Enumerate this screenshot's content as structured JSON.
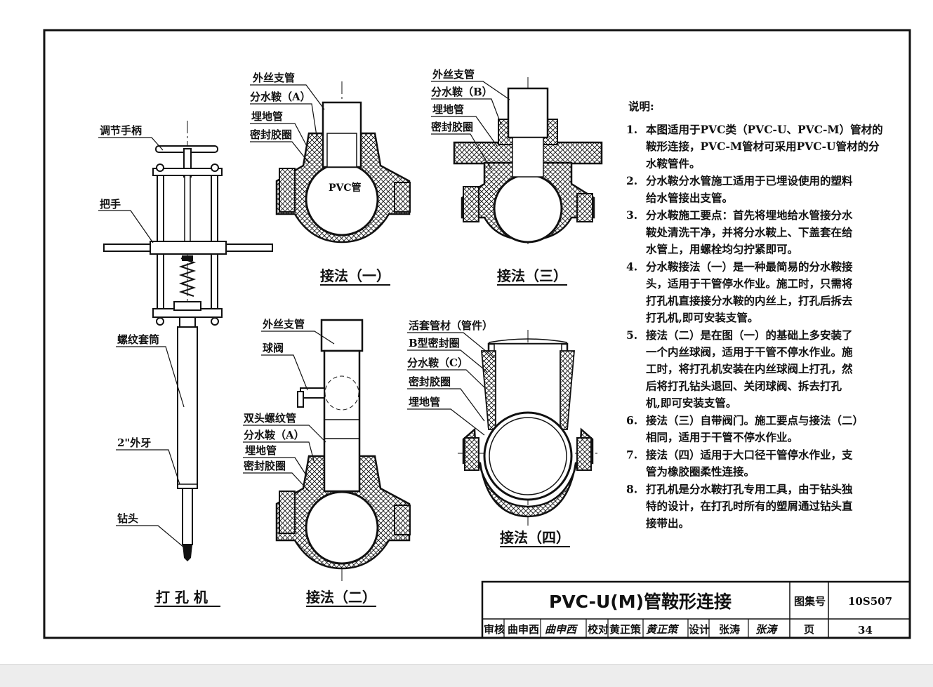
{
  "colors": {
    "ink": "#111111",
    "paper": "#ffffff",
    "margin": "#f2f2f2"
  },
  "drill": {
    "caption": "打 孔 机",
    "labels": {
      "handle_adjust": "调节手柄",
      "grip": "把手",
      "thread_sleeve": "螺纹套筒",
      "male_thread": "2\"外牙",
      "drill_bit": "钻头"
    }
  },
  "method1": {
    "caption": "接法（一）",
    "labels": {
      "branch": "外丝支管",
      "saddle": "分水鞍（A）",
      "buried": "埋地管",
      "seal": "密封胶圈",
      "pipe": "PVC管"
    }
  },
  "method2": {
    "caption": "接法（二）",
    "labels": {
      "branch": "外丝支管",
      "valve": "球阀",
      "double_nipple": "双头螺纹管",
      "saddle": "分水鞍（A）",
      "buried": "埋地管",
      "seal": "密封胶圈"
    }
  },
  "method3": {
    "caption": "接法（三）",
    "labels": {
      "branch": "外丝支管",
      "saddle": "分水鞍（B）",
      "buried": "埋地管",
      "seal": "密封胶圈"
    }
  },
  "method4": {
    "caption": "接法（四）",
    "labels": {
      "socket": "活套管材（管件）",
      "b_seal": "B型密封圈",
      "saddle": "分水鞍（C）",
      "seal": "密封胶圈",
      "buried": "埋地管"
    }
  },
  "notes": {
    "heading": "说明:",
    "items": [
      {
        "num": "1.",
        "lines": [
          "本图适用于PVC类（PVC-U、PVC-M）管材的",
          "鞍形连接，PVC-M管材可采用PVC-U管材的分",
          "水鞍管件。"
        ]
      },
      {
        "num": "2.",
        "lines": [
          "分水鞍分水管施工适用于已埋设使用的塑料",
          "给水管接出支管。"
        ]
      },
      {
        "num": "3.",
        "lines": [
          "分水鞍施工要点：首先将埋地给水管接分水",
          "鞍处清洗干净，并将分水鞍上、下盖套在给",
          "水管上，用螺栓均匀拧紧即可。"
        ]
      },
      {
        "num": "4.",
        "lines": [
          "分水鞍接法（一）是一种最简易的分水鞍接",
          "头，适用于干管停水作业。施工时，只需将",
          "打孔机直接接分水鞍的内丝上，打孔后拆去",
          "打孔机,即可安装支管。"
        ]
      },
      {
        "num": "5.",
        "lines": [
          "接法（二）是在图（一）的基础上多安装了",
          "一个内丝球阀，适用于干管不停水作业。施",
          "工时，将打孔机安装在内丝球阀上打孔，然",
          "后将打孔钻头退回、关闭球阀、拆去打孔",
          "机,即可安装支管。"
        ]
      },
      {
        "num": "6.",
        "lines": [
          "接法（三）自带阀门。施工要点与接法（二）",
          "相同，适用于干管不停水作业。"
        ]
      },
      {
        "num": "7.",
        "lines": [
          "接法（四）适用于大口径干管停水作业，支",
          "管为橡胶圈柔性连接。"
        ]
      },
      {
        "num": "8.",
        "lines": [
          "打孔机是分水鞍打孔专用工具，由于钻头独",
          "特的设计，在打孔时所有的塑屑通过钻头直",
          "接带出。"
        ]
      }
    ]
  },
  "title_block": {
    "title": "PVC-U(M)管鞍形连接",
    "atlas_label": "图集号",
    "atlas_no": "10S507",
    "review_label": "审核",
    "reviewer": "曲申西",
    "reviewer_sig": "曲申西",
    "check_label": "校对",
    "checker": "黄正策",
    "checker_sig": "黄正策",
    "design_label": "设计",
    "designer": "张涛",
    "designer_sig": "张涛",
    "page_label": "页",
    "page_no": "34"
  }
}
